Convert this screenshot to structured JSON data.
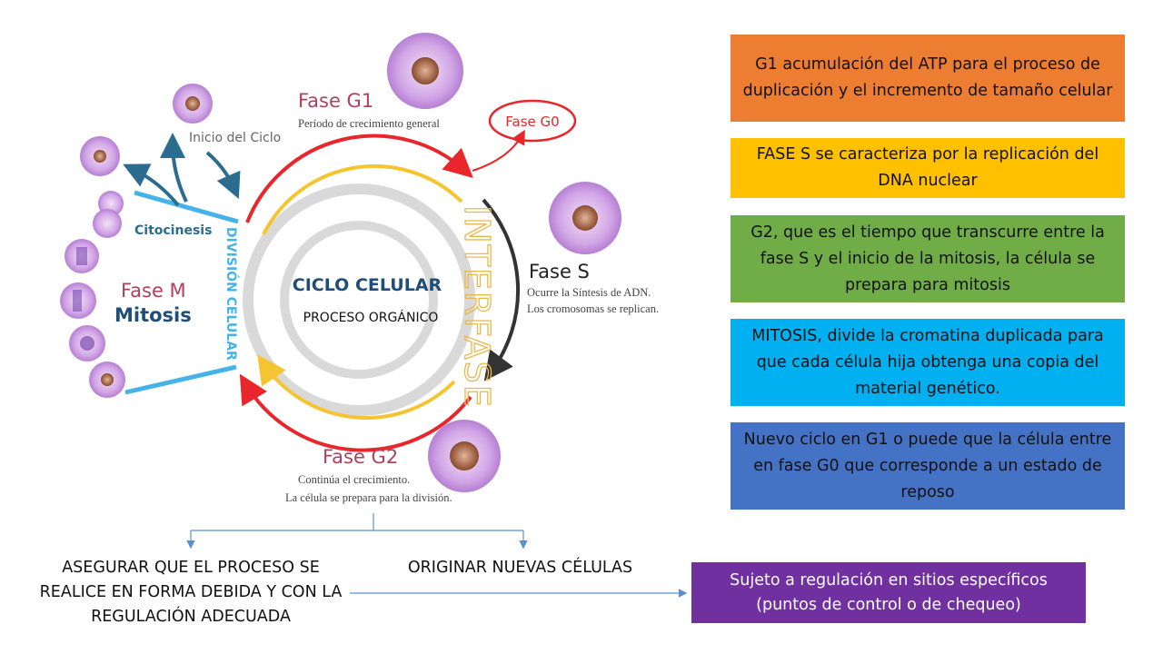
{
  "diagram": {
    "center_title": "CICLO CELULAR",
    "center_subtitle": "PROCESO ORGÁNICO",
    "interfase": "INTERFASE",
    "division": "DIVISIÓN CELULAR",
    "phase_g1": {
      "title": "Fase G1",
      "desc": "Período de crecimiento general"
    },
    "phase_g0": "Fase G0",
    "phase_s": {
      "title": "Fase S",
      "desc1": "Ocurre la Síntesis de ADN.",
      "desc2": "Los cromosomas se replican."
    },
    "phase_g2": {
      "title": "Fase G2",
      "desc1": "Continúa el crecimiento.",
      "desc2": "La célula se prepara para la división."
    },
    "phase_m": {
      "title": "Fase M",
      "subtitle": "Mitosis"
    },
    "citocinesis": "Citocinesis",
    "inicio": "Inicio del Ciclo"
  },
  "boxes": {
    "g1": "G1 acumulación del ATP para el proceso de duplicación y el incremento de tamaño celular",
    "s": "FASE S se caracteriza por la replicación del DNA nuclear",
    "g2": "G2, que es el tiempo que transcurre entre la fase S y el inicio de la mitosis, la célula se prepara para mitosis",
    "mitosis": "MITOSIS, divide la cromatina duplicada para que cada célula hija obtenga una copia del material genético.",
    "nuevo": "Nuevo ciclo en G1 o puede que la célula entre en fase G0 que corresponde a un estado de reposo",
    "regulacion": "Sujeto a regulación en sitios específicos (puntos de control o de chequeo)"
  },
  "goals": {
    "left": "ASEGURAR QUE EL PROCESO SE REALICE EN FORMA DEBIDA Y CON LA REGULACIÓN ADECUADA",
    "right": "ORIGINAR NUEVAS CÉLULAS"
  },
  "colors": {
    "red": "#e8262b",
    "yellow": "#f5c531",
    "gray": "#d9d9d9",
    "blue": "#45b3e8",
    "teal": "#2c6c8f",
    "dark": "#333333",
    "cell": "#c79ee0"
  }
}
